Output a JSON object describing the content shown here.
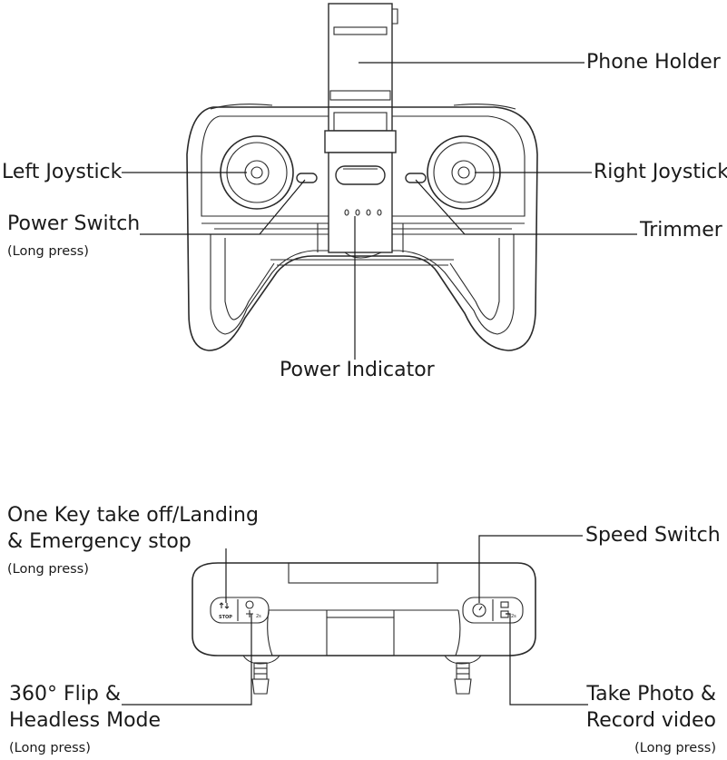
{
  "front_view": {
    "labels": {
      "phone_holder": "Phone Holder",
      "left_joystick": "Left Joystick",
      "right_joystick": "Right Joystick",
      "power_switch": "Power Switch",
      "power_switch_note": "(Long press)",
      "trimmer": "Trimmer",
      "power_indicator": "Power Indicator"
    }
  },
  "top_view": {
    "labels": {
      "takeoff_line1": "One Key take off/Landing",
      "takeoff_line2": "& Emergency stop",
      "takeoff_note": "(Long press)",
      "speed_switch": "Speed Switch",
      "flip_line1": "360° Flip &",
      "flip_line2": "Headless Mode",
      "flip_note": "(Long press)",
      "photo_line1": "Take Photo &",
      "photo_line2": "Record video",
      "photo_note": "(Long press)"
    },
    "button_marks": {
      "stop": "STOP",
      "flip_2s": "2s",
      "photo_2s": "2s"
    }
  }
}
